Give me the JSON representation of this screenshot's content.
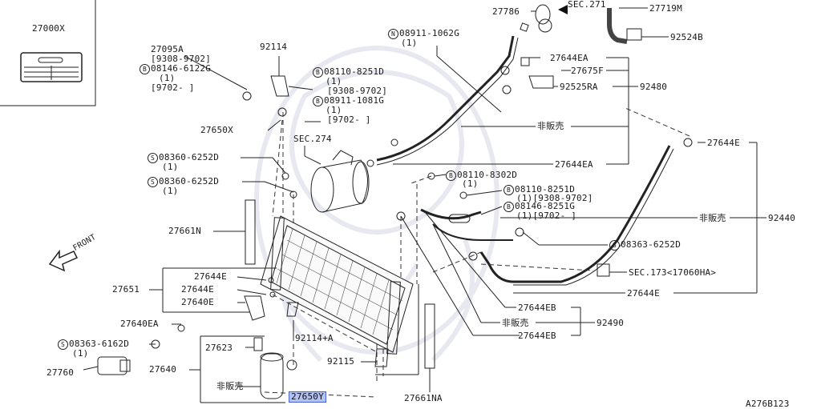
{
  "diagram_code": "A276B123",
  "inset_part": "27000X",
  "labels": {
    "p27786": "27786",
    "p27719M": "27719M",
    "p92524B": "92524B",
    "sec271": "SEC.271",
    "p27644EA_top": "27644EA",
    "p27675F": "27675F",
    "p92525RA": "92525RA",
    "p92480": "92480",
    "hinhanbai_1": "非販売",
    "p27644EA_mid": "27644EA",
    "p27644E_right": "27644E",
    "hinhanbai_2": "非販売",
    "p92440": "92440",
    "s08363_6252D": "08363-6252D",
    "sec173": "SEC.173<17060HA>",
    "p27644E_bottom": "27644E",
    "p27644EB_1": "27644EB",
    "hinhanbai_3": "非販売",
    "p92490": "92490",
    "p27644EB_2": "27644EB",
    "n08911_1062G": "08911-1062G",
    "n08911_1062G_qty": "(1)",
    "p27095A": "27095A",
    "p27095A_range": "[9308-9702]",
    "b08146_6122G": "08146-6122G",
    "b08146_6122G_qty": "(1)",
    "b08146_6122G_range": "[9702-    ]",
    "p92114": "92114",
    "b08110_8251D_a": "08110-8251D",
    "b08110_8251D_a_qty": "(1)",
    "b08110_8251D_a_range": "[9308-9702]",
    "b08911_1081G": "08911-1081G",
    "b08911_1081G_qty": "(1)",
    "b08911_1081G_range": "[9702-    ]",
    "p27650X": "27650X",
    "sec274": "SEC.274",
    "s08360_6252D_1": "08360-6252D",
    "s08360_6252D_1_qty": "(1)",
    "s08360_6252D_2": "08360-6252D",
    "s08360_6252D_2_qty": "(1)",
    "b08110_8302D": "08110-8302D",
    "b08110_8302D_qty": "(1)",
    "b08110_8251D_b": "08110-8251D",
    "b08110_8251D_b_qty": "(1)[9308-9702]",
    "b08146_8251G": "08146-8251G",
    "b08146_8251G_qty": "(1)[9702-   ]",
    "p27661N": "27661N",
    "front": "FRONT",
    "p27651": "27651",
    "p27644E_l1": "27644E",
    "p27644E_l2": "27644E",
    "p27640E": "27640E",
    "p27640EA": "27640EA",
    "s08363_6162D": "08363-6162D",
    "s08363_6162D_qty": "(1)",
    "p27623": "27623",
    "p27760": "27760",
    "p27640": "27640",
    "hinhanbai_4": "非販売",
    "p27650Y": "27650Y",
    "p92114A": "92114+A",
    "p92115": "92115",
    "p27661NA": "27661NA",
    "circle_B": "B",
    "circle_S": "S",
    "circle_N": "N"
  }
}
